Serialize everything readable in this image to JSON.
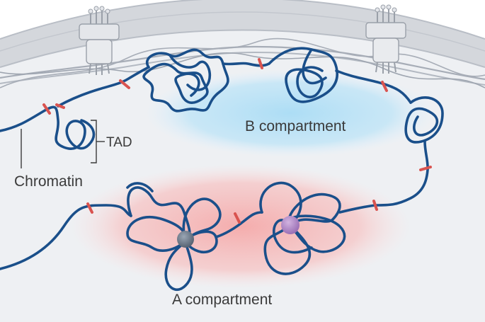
{
  "labels": {
    "b_compartment": "B compartment",
    "a_compartment": "A compartment",
    "tad": "TAD",
    "chromatin": "Chromatin"
  },
  "colors": {
    "chromatin_strand": "#1a4f8a",
    "boundary_mark": "#d9534f",
    "b_region": "#a9dcf5",
    "a_region": "#f7b3b3",
    "membrane": "#d4d7dc",
    "nucleoplasm": "#eef0f3",
    "protein_gray": "#6f7c8c",
    "protein_purple": "#b48ac9"
  },
  "icons": [
    "nuclear-pore-icon",
    "protein-complex-icon",
    "boundary-mark-icon"
  ]
}
